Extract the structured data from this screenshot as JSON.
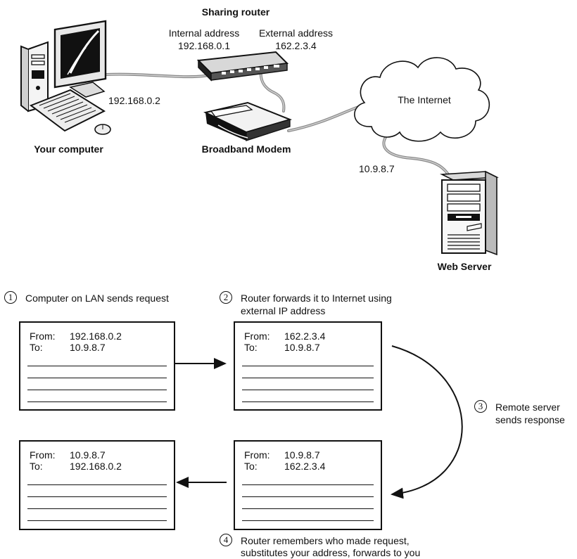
{
  "devices": {
    "router_title": "Sharing router",
    "internal_label": "Internal address",
    "internal_ip": "192.168.0.1",
    "external_label": "External address",
    "external_ip": "162.2.3.4",
    "computer_ip": "192.168.0.2",
    "computer_label": "Your computer",
    "modem_label": "Broadband Modem",
    "internet_label": "The Internet",
    "server_ip": "10.9.8.7",
    "server_label": "Web Server"
  },
  "steps": [
    {
      "num": "1",
      "lines": [
        "Computer on LAN sends request"
      ]
    },
    {
      "num": "2",
      "lines": [
        "Router forwards it to Internet using",
        "external IP address"
      ]
    },
    {
      "num": "3",
      "lines": [
        "Remote server",
        "sends response"
      ]
    },
    {
      "num": "4",
      "lines": [
        "Router remembers who made request,",
        "substitutes your address, forwards to you"
      ]
    }
  ],
  "packets": [
    {
      "from_label": "From:",
      "from": "192.168.0.2",
      "to_label": "To:",
      "to": "10.9.8.7"
    },
    {
      "from_label": "From:",
      "from": "162.2.3.4",
      "to_label": "To:",
      "to": "10.9.8.7"
    },
    {
      "from_label": "From:",
      "from": "10.9.8.7",
      "to_label": "To:",
      "to": "162.2.3.4"
    },
    {
      "from_label": "From:",
      "from": "10.9.8.7",
      "to_label": "To:",
      "to": "192.168.0.2"
    }
  ]
}
